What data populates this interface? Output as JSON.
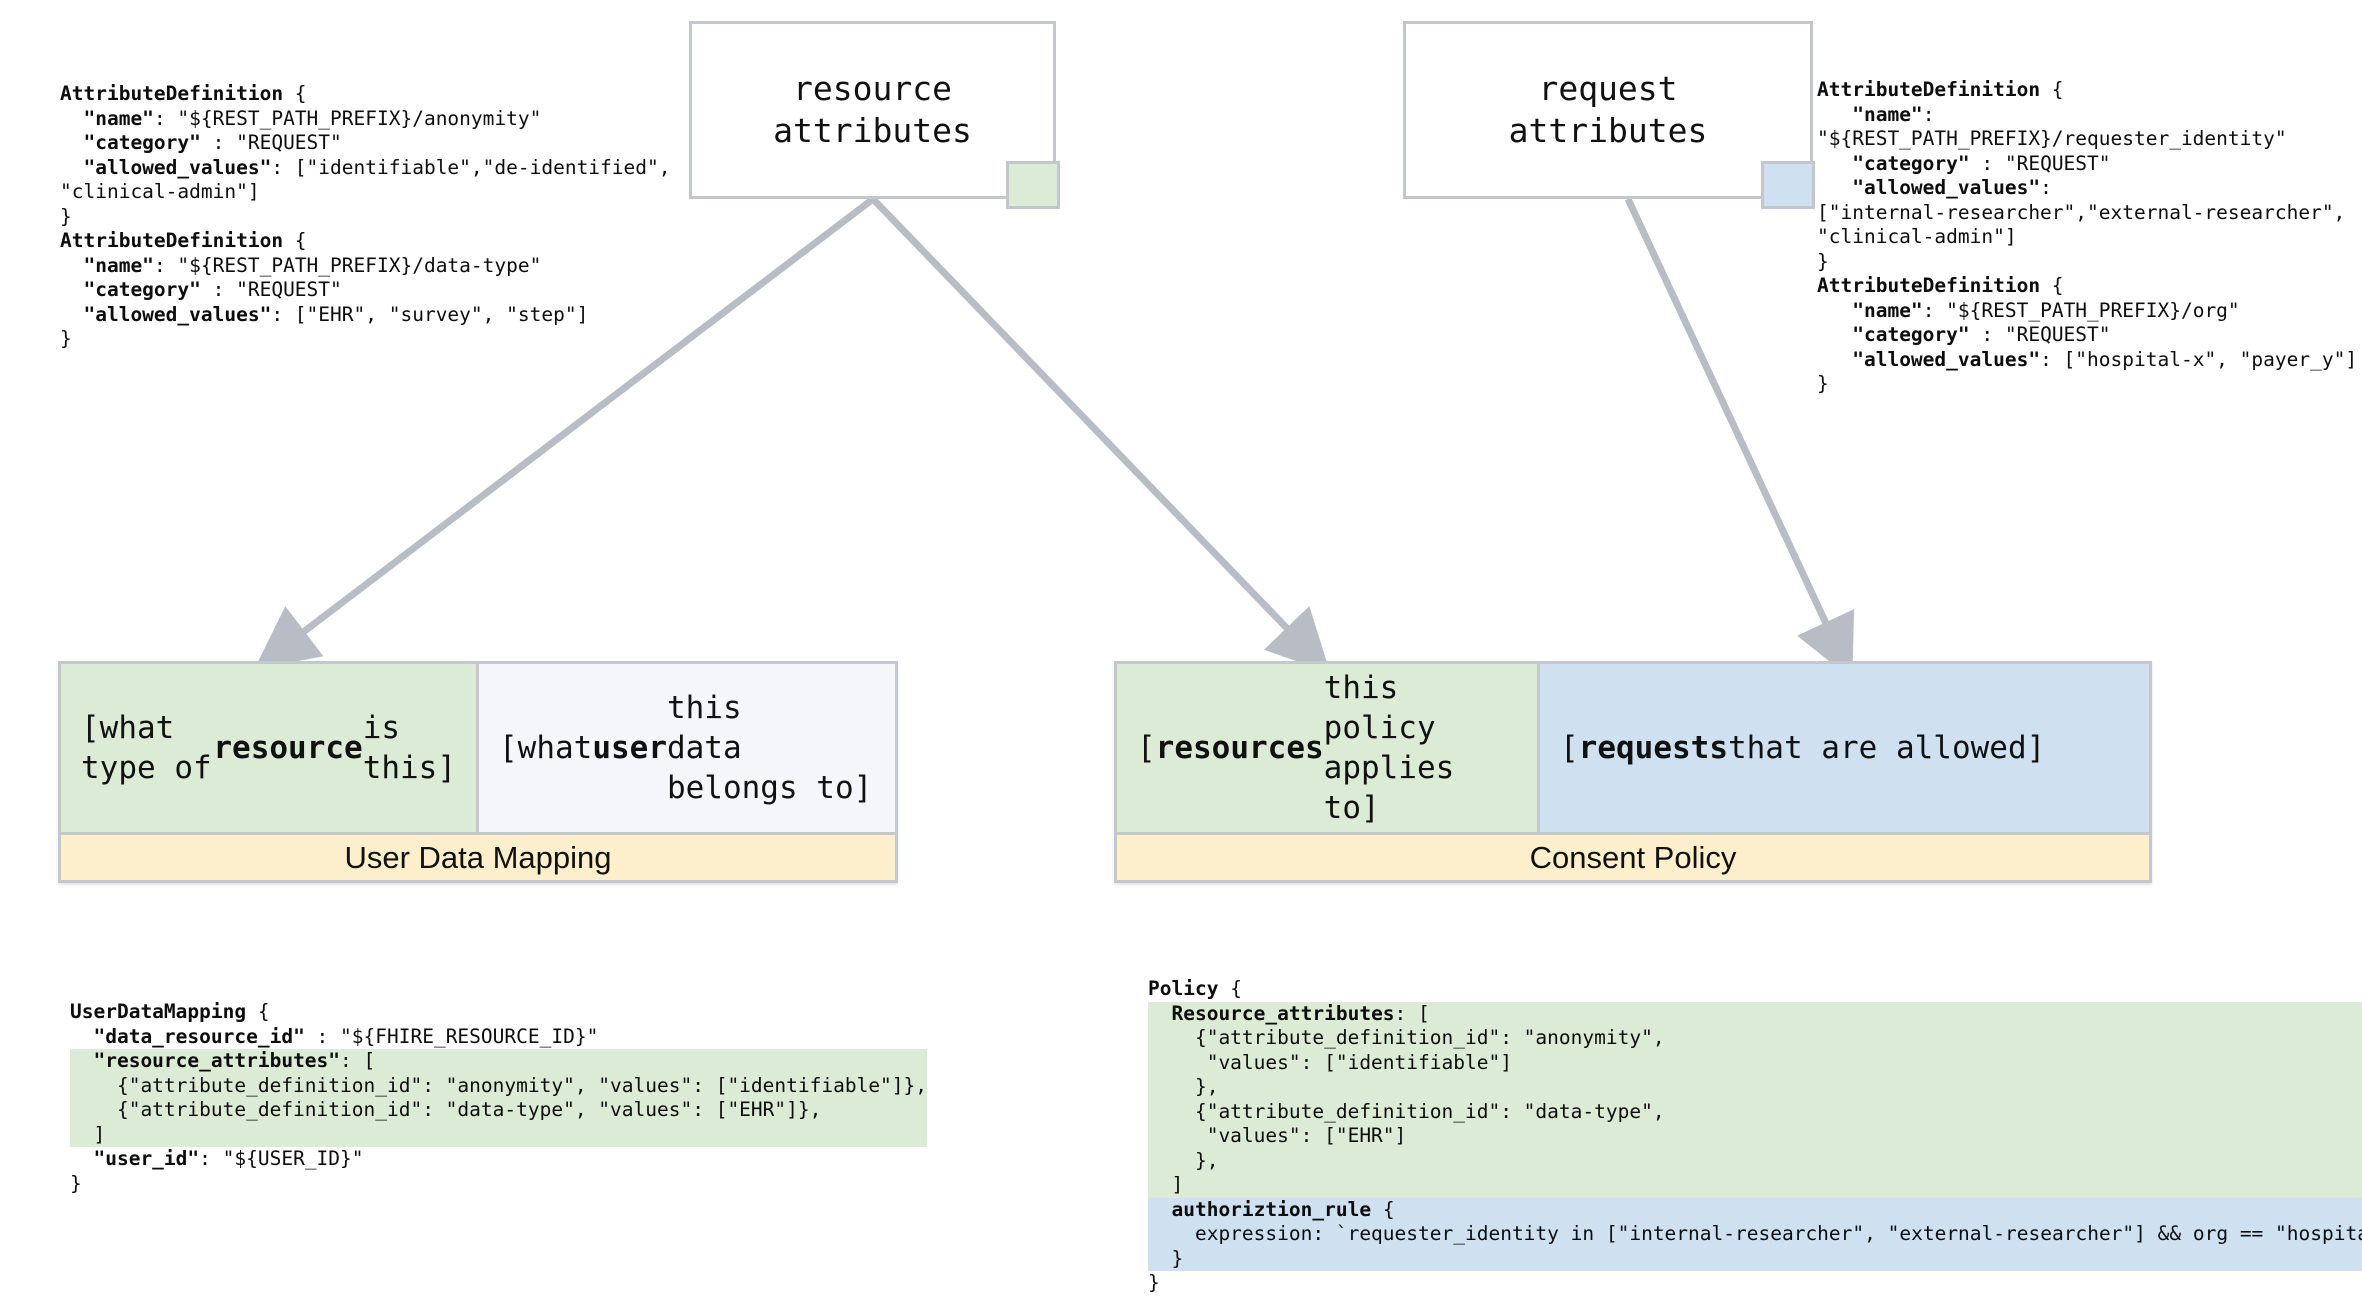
{
  "colors": {
    "green": "#dcebd5",
    "blue": "#cfe0f0",
    "yellow": "#fdeecc",
    "grey_cell": "#f4f6fa",
    "border": "#c4c8ce",
    "arrow": "#b8bcc4"
  },
  "nodes": {
    "resource_attributes": "resource\nattributes",
    "request_attributes": "request\nattributes"
  },
  "attribute_definitions_left": [
    "AttributeDefinition {",
    "  \"name\": \"${REST_PATH_PREFIX}/anonymity\"",
    "  \"category\" : \"REQUEST\"",
    "  \"allowed_values\": [\"identifiable\",\"de-identified\",",
    "\"clinical-admin\"]",
    "}",
    "AttributeDefinition {",
    "  \"name\": \"${REST_PATH_PREFIX}/data-type\"",
    "  \"category\" : \"REQUEST\"",
    "  \"allowed_values\": [\"EHR\", \"survey\", \"step\"]",
    "}"
  ],
  "attribute_definitions_right": [
    "AttributeDefinition {",
    "   \"name\":",
    "\"${REST_PATH_PREFIX}/requester_identity\"",
    "   \"category\" : \"REQUEST\"",
    "   \"allowed_values\":",
    "[\"internal-researcher\",\"external-researcher\",",
    "\"clinical-admin\"]",
    "}",
    "AttributeDefinition {",
    "   \"name\": \"${REST_PATH_PREFIX}/org\"",
    "   \"category\" : \"REQUEST\"",
    "   \"allowed_values\": [\"hospital-x\", \"payer_y\"]",
    "}"
  ],
  "user_data_mapping_card": {
    "left_cell": "[what type of\nresource is this]",
    "left_cell_bold": "resource",
    "right_cell": "[what user this\ndata belongs to]",
    "right_cell_bold": "user",
    "label": "User Data Mapping"
  },
  "consent_policy_card": {
    "left_cell": "[resources this\npolicy applies to]",
    "left_cell_bold": "resources",
    "right_cell": "[requests that are allowed]",
    "right_cell_bold": "requests",
    "label": "Consent Policy"
  },
  "user_data_mapping_code": [
    "UserDataMapping {",
    "  \"data_resource_id\" : \"${FHIRE_RESOURCE_ID}\"",
    "  \"resource_attributes\": [",
    "    {\"attribute_definition_id\": \"anonymity\", \"values\": [\"identifiable\"]},",
    "    {\"attribute_definition_id\": \"data-type\", \"values\": [\"EHR\"]},",
    "  ]",
    "  \"user_id\": \"${USER_ID}\"",
    "}"
  ],
  "policy_code": [
    "Policy {",
    "  Resource_attributes: [",
    "    {\"attribute_definition_id\": \"anonymity\",",
    "     \"values\": [\"identifiable\"]",
    "    },",
    "    {\"attribute_definition_id\": \"data-type\",",
    "     \"values\": [\"EHR\"]",
    "    },",
    "  ]",
    "  authoriztion_rule {",
    "    expression: `requester_identity in [\"internal-researcher\", \"external-researcher\"] && org == \"hospital-x\"`",
    "  }",
    "}"
  ]
}
